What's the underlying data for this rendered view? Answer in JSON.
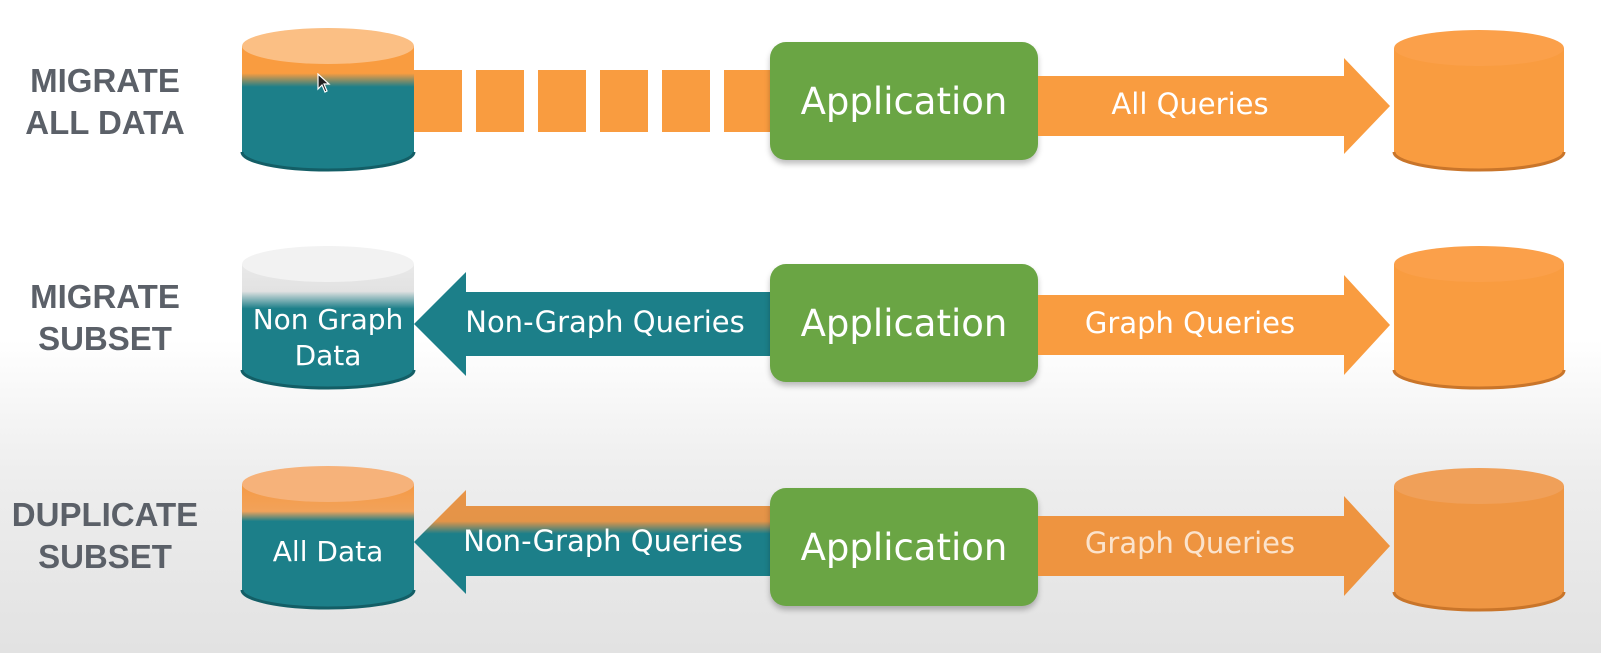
{
  "colors": {
    "orange": "#f99c40",
    "orange_light": "#fbb877",
    "teal": "#1c7f89",
    "green": "#6aa544",
    "label_gray": "#5b6068"
  },
  "rows": [
    {
      "label_line1": "MIGRATE",
      "label_line2": "ALL DATA",
      "source_db_text_line1": "",
      "source_db_text_line2": "",
      "left_arrow_label": "",
      "app_label": "Application",
      "right_arrow_label": "All Queries"
    },
    {
      "label_line1": "MIGRATE",
      "label_line2": "SUBSET",
      "source_db_text_line1": "Non Graph",
      "source_db_text_line2": "Data",
      "left_arrow_label": "Non-Graph Queries",
      "app_label": "Application",
      "right_arrow_label": "Graph Queries"
    },
    {
      "label_line1": "DUPLICATE",
      "label_line2": "SUBSET",
      "source_db_text_line1": "All Data",
      "source_db_text_line2": "",
      "left_arrow_label": "Non-Graph Queries",
      "app_label": "Application",
      "right_arrow_label": "Graph Queries"
    }
  ]
}
